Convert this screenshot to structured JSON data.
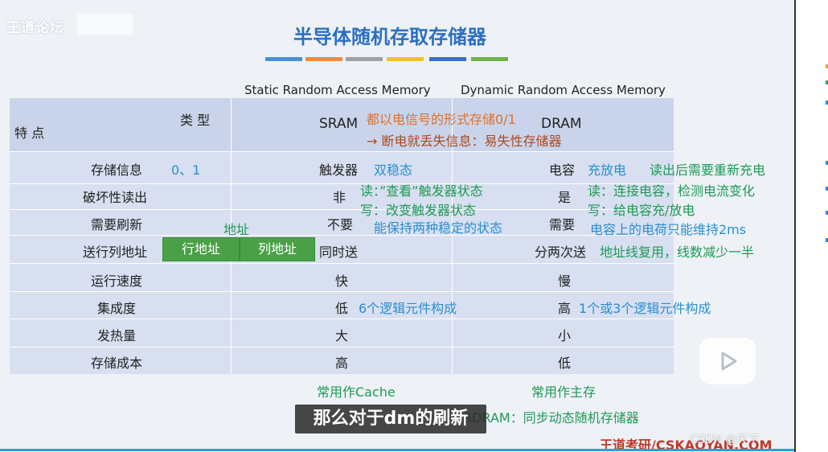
{
  "watermark": "王道论坛",
  "title": "半导体随机存取存储器",
  "colors": {
    "title": "#2b6fc4",
    "bar_colors": [
      "#4a90d9",
      "#f08a3a",
      "#a0a0a0",
      "#f5c02a",
      "#3a6fc8",
      "#6cb34a"
    ],
    "note_blue": "#2a8fd0",
    "note_green": "#1f9a56",
    "note_orange": "#e0702a"
  },
  "column_heads": {
    "sram_full": "Static Random Access Memory",
    "dram_full": "Dynamic Random Access Memory"
  },
  "header": {
    "type_label": "类 型",
    "feature_label": "特 点",
    "sram": "SRAM",
    "dram": "DRAM",
    "note_line1": "都以电信号的形式存储0/1",
    "note_line2": "→ 断电就丢失信息：易失性存储器"
  },
  "rows": [
    {
      "label": "存储信息",
      "note": "0、1",
      "sram": "触发器",
      "sram_note": "双稳态",
      "dram": "电容",
      "dram_note": "充放电",
      "dram_note2": "读出后需要重新充电"
    },
    {
      "label": "破坏性读出",
      "sram": "非",
      "sram_note": "读：”查看”触发器状态",
      "sram_note2": "写：改变触发器状态",
      "dram": "是",
      "dram_note": "读：连接电容，检测电流变化",
      "dram_note2": "写：给电容充/放电"
    },
    {
      "label": "需要刷新",
      "note": "地址",
      "sram": "不要",
      "sram_note": "能保持两种稳定的状态",
      "dram": "需要",
      "dram_note": "电容上的电荷只能维持2ms"
    },
    {
      "label": "送行列地址",
      "box1": "行地址",
      "box2": "列地址",
      "sram": "同时送",
      "dram": "分两次送",
      "dram_note": "地址线复用，线数减少一半"
    },
    {
      "label": "运行速度",
      "sram": "快",
      "dram": "慢"
    },
    {
      "label": "集成度",
      "sram": "低",
      "sram_note": "6个逻辑元件构成",
      "dram": "高",
      "dram_note": "1个或3个逻辑元件构成"
    },
    {
      "label": "发热量",
      "sram": "大",
      "dram": "小"
    },
    {
      "label": "存储成本",
      "sram": "高",
      "dram": "低"
    }
  ],
  "below": {
    "sram_use": "常用作Cache",
    "dram_use": "常用作主存",
    "sdram": "SDRAM：同步动态随机存储器"
  },
  "caption": "那么对于dm的刷新",
  "footer_logo": "王道考研/CSKAOYAN.COM",
  "csdn": "CSDN @天下<*+*>"
}
